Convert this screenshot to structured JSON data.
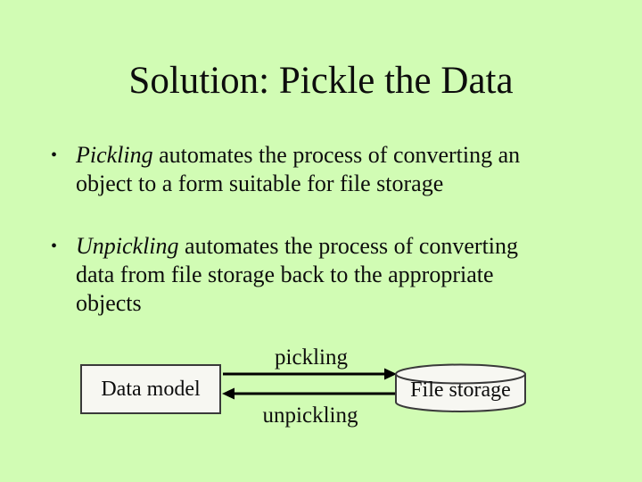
{
  "slide": {
    "title": "Solution: Pickle the Data",
    "colors": {
      "bg": "#d1fcb4",
      "ink": "#0d0d0d",
      "node_fill": "#f7f7f2",
      "node_border": "#3a3a3a",
      "arrow": "#000000"
    },
    "bullets": [
      {
        "marker": "•",
        "italic_lead": "Pickling",
        "lines": [
          " automates the process of converting an",
          "object to a form suitable for file storage"
        ],
        "full_text": "Pickling automates the process of converting an object to a form suitable for file storage"
      },
      {
        "marker": "•",
        "italic_lead": "Unpickling",
        "lines": [
          " automates the process of converting",
          "data from file storage back to the appropriate",
          "objects"
        ],
        "full_text": "Unpickling automates the process of converting data from file storage back to the appropriate objects"
      }
    ],
    "diagram": {
      "data_model_label": "Data model",
      "file_storage_label": "File storage",
      "pickling_label": "pickling",
      "unpickling_label": "unpickling"
    }
  }
}
